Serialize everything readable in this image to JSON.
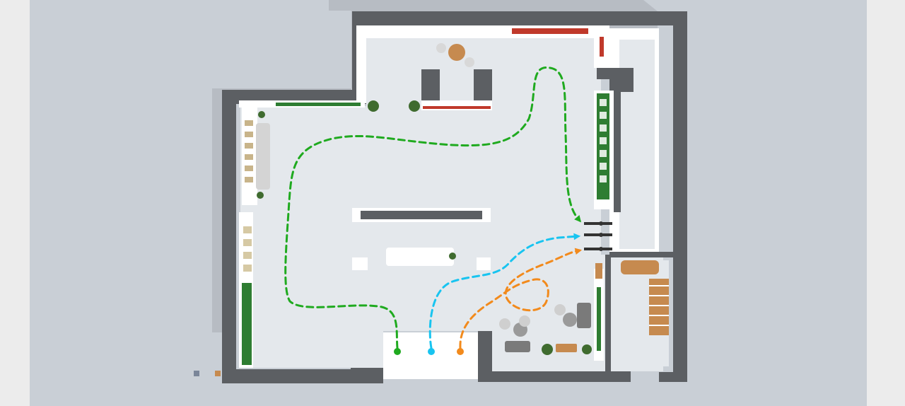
{
  "colors": {
    "page_margin": "#ececec",
    "ground": "#c9cfd6",
    "shadow": "#a7adb4",
    "floor": "#e4e8ec",
    "wall": "#5c5f63",
    "white_wall": "#ffffff",
    "green_panel": "#2e7d32",
    "wood": "#c68a4f",
    "red_accent": "#c0392b"
  },
  "legend": [
    {
      "color": "#1faa1f"
    },
    {
      "color": "#18c4f0"
    },
    {
      "color": "#f28a1c"
    }
  ],
  "paths": [
    {
      "color": "#1faa1f",
      "arrow": "end"
    },
    {
      "color": "#18c4f0",
      "arrow": "end"
    },
    {
      "color": "#f28a1c",
      "arrow": "end"
    }
  ],
  "icons": {
    "table_chairs": "table-chairs-icon",
    "plant": "plant-icon",
    "shelf": "shelf-icon"
  }
}
